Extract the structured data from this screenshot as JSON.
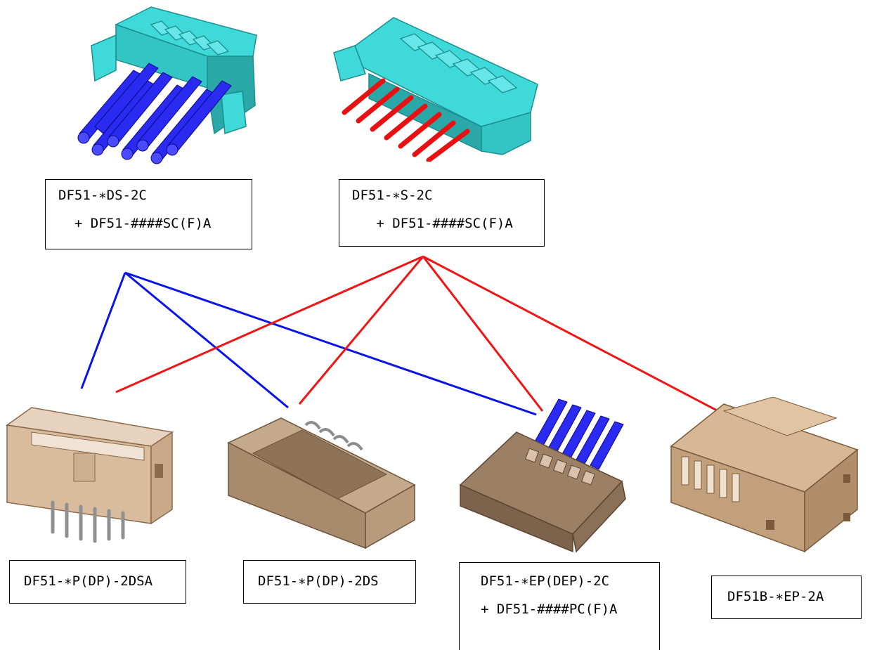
{
  "colors": {
    "mate_blue": "#0a14e6",
    "mate_red": "#f01414",
    "housing_cyan": "#3fd9d9",
    "housing_tan": "#c9a98a",
    "pin_blue": "#2a2af0",
    "pin_red": "#e81010"
  },
  "top_connectors": [
    {
      "id": "ds",
      "icon": "cyan-receptacle-with-blue-wires-icon",
      "label_lines": [
        "DF51-∗DS-2C",
        "  + DF51-####SC(F)A"
      ]
    },
    {
      "id": "s",
      "icon": "cyan-receptacle-with-red-wires-icon",
      "label_lines": [
        "DF51-∗S-2C",
        "   + DF51-####SC(F)A"
      ]
    }
  ],
  "bottom_connectors": [
    {
      "id": "p2dsa",
      "icon": "tan-vertical-header-icon",
      "label_lines": [
        "DF51-∗P(DP)-2DSA"
      ]
    },
    {
      "id": "p2ds",
      "icon": "tan-right-angle-header-icon",
      "label_lines": [
        "DF51-∗P(DP)-2DS"
      ]
    },
    {
      "id": "ep",
      "icon": "tan-plug-with-blue-wires-icon",
      "label_lines": [
        "DF51-∗EP(DEP)-2C",
        "+ DF51-####PC(F)A"
      ]
    },
    {
      "id": "bep",
      "icon": "tan-inline-plug-icon",
      "label_lines": [
        "DF51B-∗EP-2A"
      ]
    }
  ],
  "connections": [
    {
      "from": "ds",
      "to": "p2dsa",
      "color": "blue"
    },
    {
      "from": "ds",
      "to": "p2ds",
      "color": "blue"
    },
    {
      "from": "ds",
      "to": "ep",
      "color": "blue"
    },
    {
      "from": "s",
      "to": "p2dsa",
      "color": "red"
    },
    {
      "from": "s",
      "to": "p2ds",
      "color": "red"
    },
    {
      "from": "s",
      "to": "ep",
      "color": "red"
    },
    {
      "from": "s",
      "to": "bep",
      "color": "red"
    }
  ]
}
